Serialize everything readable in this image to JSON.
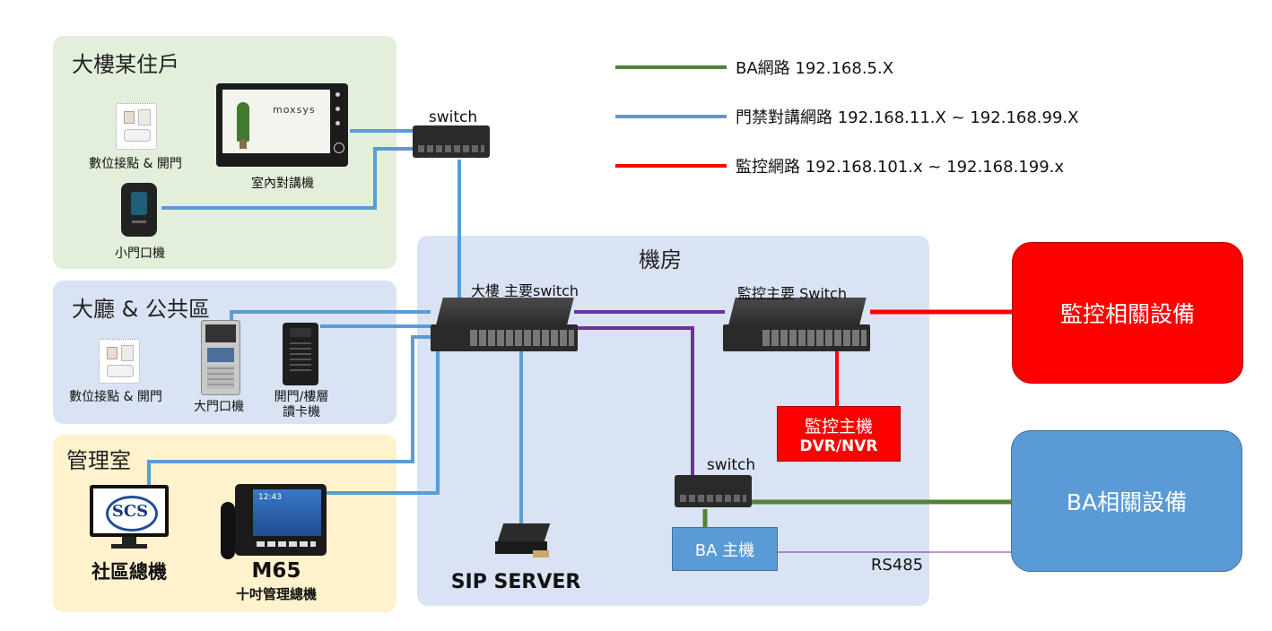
{
  "legend": [
    {
      "label": "BA網路  192.168.5.X",
      "color": "#548235"
    },
    {
      "label": "門禁對講網路 192.168.11.X ~ 192.168.99.X",
      "color": "#5b9bd5"
    },
    {
      "label": "監控網路  192.168.101.x ~ 192.168.199.x",
      "color": "#ff0000"
    }
  ],
  "zones": {
    "resident": {
      "title": "大樓某住戶",
      "color": "#e2efda"
    },
    "lobby": {
      "title": "大廳 & 公共區",
      "color": "#dae3f3"
    },
    "management": {
      "title": "管理室",
      "color": "#fff2cc"
    },
    "machine_room": {
      "title": "機房",
      "color": "#dae3f3"
    }
  },
  "devices": {
    "digital_contact_1": "數位接點 & 開門",
    "indoor_intercom": "室內對講機",
    "small_door_unit": "小門口機",
    "digital_contact_2": "數位接點 & 開門",
    "main_door_unit": "大門口機",
    "card_reader": "開門/樓層\n讀卡機",
    "community_console": "社區總機",
    "m65_model": "M65",
    "m65_desc": "十吋管理總機",
    "sip_server": "SIP SERVER",
    "switch_resident": "switch",
    "main_switch": "大樓 主要switch",
    "surveillance_switch": "監控主要 Switch",
    "ba_switch": "switch",
    "ba_host": "BA 主機",
    "rs485": "RS485",
    "nvr_line1": "監控主機",
    "nvr_line2": "DVR/NVR",
    "surveillance_devices": "監控相關設備",
    "ba_devices": "BA相關設備",
    "intercom_brand": "moxsys",
    "console_logo": "SCS",
    "m65_clock": "12:43"
  },
  "colors": {
    "ba": "#548235",
    "access": "#5b9bd5",
    "surveillance": "#ff0000",
    "uplink": "#7030a0"
  }
}
